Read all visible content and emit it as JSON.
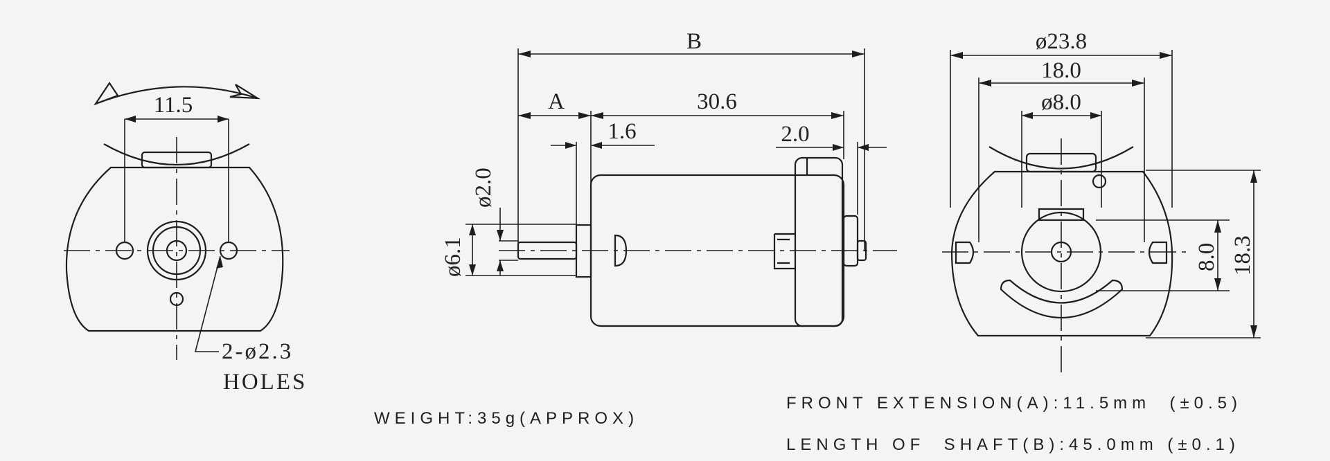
{
  "front_view": {
    "dim_hole_spacing": "11.5",
    "holes_label_line1": "2-ø2.3",
    "holes_label_line2": "HOLES"
  },
  "side_view": {
    "dim_b": "B",
    "dim_a": "A",
    "dim_body_length": "30.6",
    "dim_1_6": "1.6",
    "dim_2_0": "2.0",
    "dim_shaft_dia": "ø2.0",
    "dim_boss_dia": "ø6.1"
  },
  "rear_view": {
    "dim_overall_dia": "ø23.8",
    "dim_width": "18.0",
    "dim_bearing_dia": "ø8.0",
    "dim_8_0": "8.0",
    "dim_height": "18.3"
  },
  "notes": {
    "weight": "WEIGHT:35g(APPROX)",
    "front_extension": "FRONT EXTENSION(A):11.5mm  (±0.5)",
    "shaft_length": "LENGTH OF  SHAFT(B):45.0mm (±0.1)"
  }
}
